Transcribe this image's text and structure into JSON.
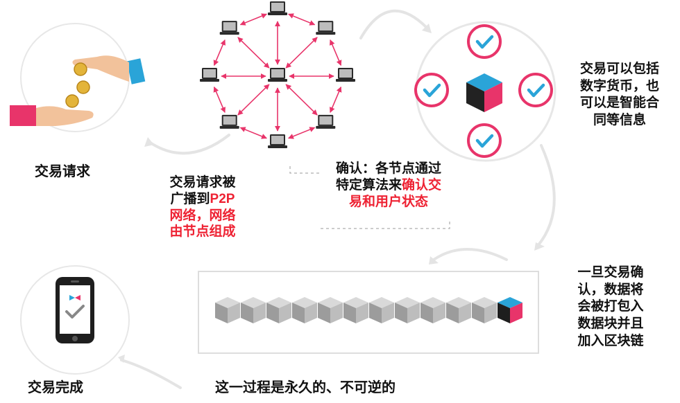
{
  "colors": {
    "accent_red": "#ee2233",
    "pink": "#e8346a",
    "cube_blue": "#2aa4d8",
    "check_blue": "#2aa4d8",
    "gray_circle": "#e6e6e6",
    "dark": "#222222"
  },
  "icons": {
    "hands": "coin-exchange-hands-icon",
    "network": "p2p-network-icon",
    "validators": "verification-cube-icon",
    "chain": "blockchain-icon",
    "phone": "smartphone-check-icon"
  },
  "steps": {
    "request": "交易请求",
    "broadcast": {
      "line1": "交易请求被",
      "line2a": "广播到",
      "line2b": "P2P",
      "line3": "网络，网络",
      "line4": "由节点组成"
    },
    "confirm": {
      "line1": "确认：各节点通过",
      "line2a": "特定算法来",
      "line2b": "确认交",
      "line3": "易和用户状态"
    },
    "contents": [
      "交易可以包括",
      "数字货币，也",
      "可以是智能合",
      "同等信息"
    ],
    "block": [
      "一旦交易确",
      "认，数据将",
      "会被打包入",
      "数据块并且",
      "加入区块链"
    ],
    "permanent": "这一过程是永久的、不可逆的",
    "complete": "交易完成"
  }
}
